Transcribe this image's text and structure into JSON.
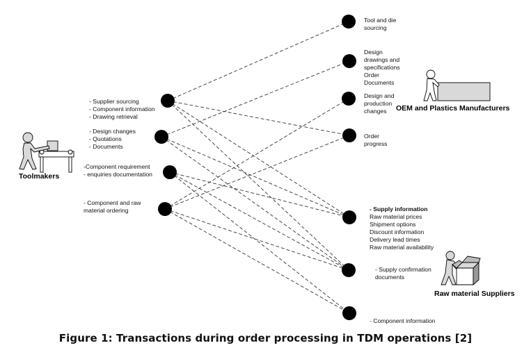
{
  "diagram": {
    "caption": "Figure 1: Transactions during order processing in TDM operations [2]",
    "actors": {
      "toolmakers": "Toolmakers",
      "oem": "OEM and Plastics Manufacturers",
      "suppliers": "Raw material Suppliers"
    },
    "left_nodes": [
      {
        "id": "L1",
        "lines": [
          "- Supplier sourcing",
          "- Component information",
          "- Drawing retrieval"
        ]
      },
      {
        "id": "L2",
        "lines": [
          "- Design changes",
          "- Quotations",
          "- Documents"
        ]
      },
      {
        "id": "L3",
        "lines": [
          "-Component requirement",
          "- enquiries documentation"
        ]
      },
      {
        "id": "L4",
        "lines": [
          "- Component and raw",
          "material ordering"
        ]
      }
    ],
    "right_nodes": [
      {
        "id": "R1",
        "lines": [
          "Tool and die",
          "sourcing"
        ]
      },
      {
        "id": "R2",
        "lines": [
          "Design",
          "drawings and",
          "specifications",
          "Order",
          "Documents"
        ]
      },
      {
        "id": "R3",
        "lines": [
          "Design and",
          "production",
          "changes"
        ]
      },
      {
        "id": "R4",
        "lines": [
          "Order",
          "progress"
        ]
      },
      {
        "id": "R5",
        "lines": [
          "- Supply information",
          "Raw material prices",
          "Shipment options",
          "Discount information",
          "Delivery lead times",
          "Raw material availability"
        ],
        "bold_first": true
      },
      {
        "id": "R6",
        "lines": [
          "- Supply confirmation",
          "documents"
        ]
      },
      {
        "id": "R7",
        "lines": [
          "- Component information"
        ]
      }
    ],
    "edges": [
      [
        "L1",
        "R1"
      ],
      [
        "L1",
        "R4"
      ],
      [
        "L1",
        "R5"
      ],
      [
        "L1",
        "R6"
      ],
      [
        "L2",
        "R2"
      ],
      [
        "L2",
        "R5"
      ],
      [
        "L2",
        "R6"
      ],
      [
        "L3",
        "R5"
      ],
      [
        "L3",
        "R6"
      ],
      [
        "L3",
        "R7"
      ],
      [
        "L4",
        "R3"
      ],
      [
        "L4",
        "R4"
      ],
      [
        "L4",
        "R6"
      ],
      [
        "L4",
        "R7"
      ]
    ],
    "colors": {
      "node": "#000000",
      "edge": "#333333",
      "figure_fill": "#d9d9d9",
      "figure_stroke": "#000000"
    }
  }
}
